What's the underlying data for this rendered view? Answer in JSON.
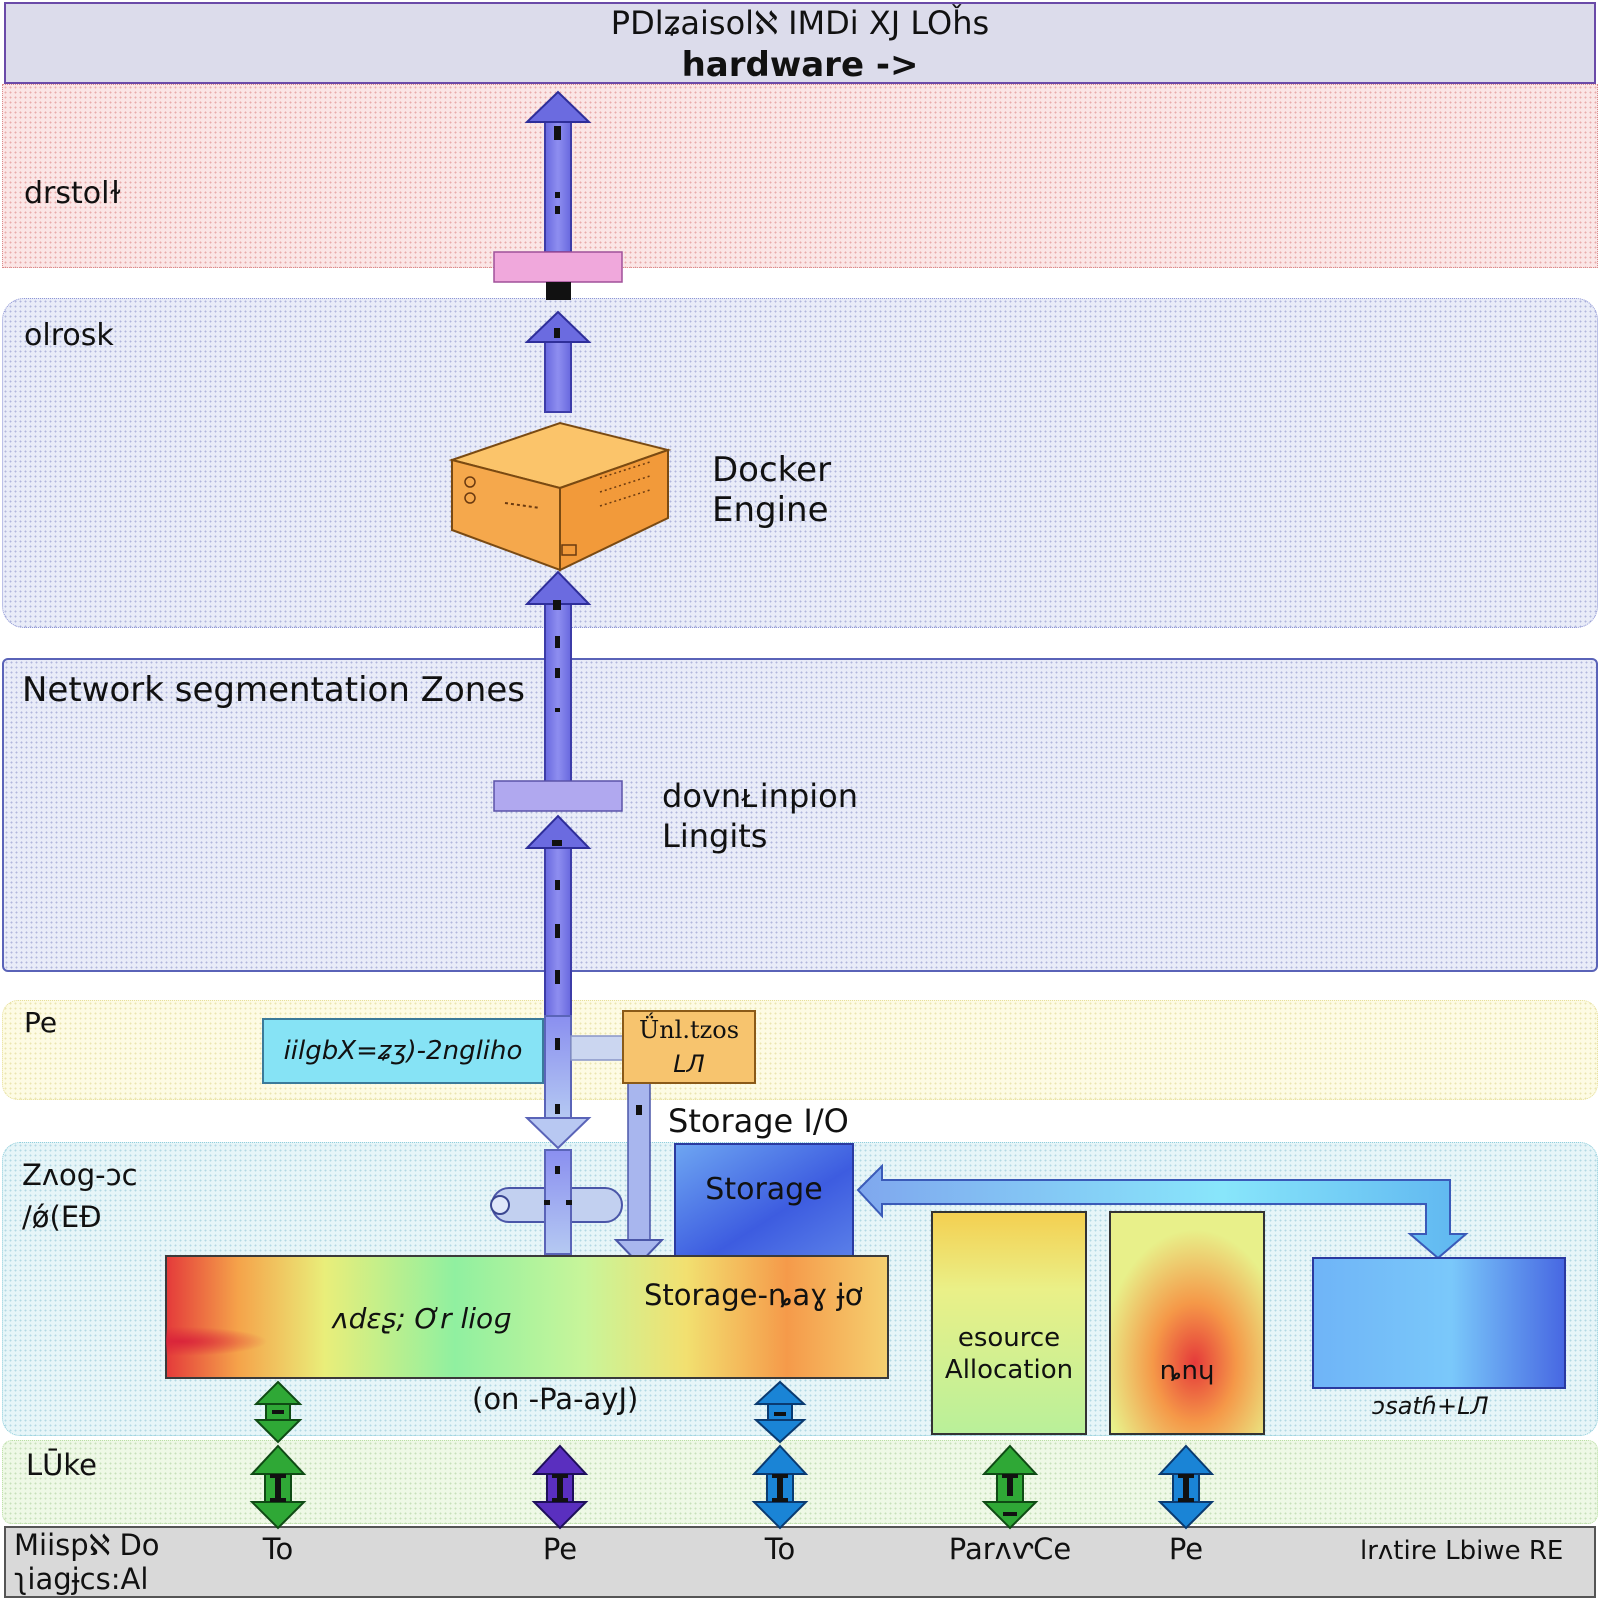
{
  "header": {
    "title_line1": "PDlʑaisolℵ IMDi XJ LOȟs",
    "title_line2": "hardware ->"
  },
  "bands": {
    "red": {
      "label": "drstolɫ"
    },
    "blue1": {
      "label": "olrosk"
    },
    "blue2": {
      "label": "Network segmentation Zones"
    },
    "yellow": {
      "label": "Pe"
    },
    "cyan": {
      "label_line1": "Zᴧog-ɔc",
      "label_line2": "/ǿ(EĐ"
    },
    "green": {
      "label": "LŪke"
    }
  },
  "nodes": {
    "docker": {
      "line1": "Docker",
      "line2": "Engine"
    },
    "limits": {
      "line1": "dovnᴌinpion",
      "line2": "Lingits"
    },
    "cyan_box": {
      "label": "iilgbX=ʑʒ)-2ngliho"
    },
    "orange_box": {
      "line1": "Ǘnl.tzos",
      "line2": "LЛ"
    },
    "storage_io": {
      "label": "Storage I/O"
    },
    "storage": {
      "label": "Storage"
    },
    "heat_bar": {
      "left_label": "ʌdɛʂ; Ơr lioɡ",
      "right_label": "Storage-ȵaɣ ɉơ",
      "caption": "(on -Pa-ayJ)"
    },
    "resource": {
      "line1": "esource",
      "line2": "Allocation"
    },
    "hot": {
      "label": "ȵnɥ"
    },
    "blue_box": {
      "caption": "ɔsatɦ+LЛ"
    }
  },
  "footer": {
    "left_line1": "Miispℵ Do",
    "left_line2": "ʅiagɉcs:Al",
    "items": [
      "To",
      "Pe",
      "To",
      "ParᴧⱱCe",
      "Pe"
    ],
    "right": "lrᴧtire Lbiwe RE"
  },
  "colors": {
    "arrow_main": "#7b7be8",
    "arrow_green": "#2fa836",
    "arrow_purple": "#5a2fbf",
    "arrow_blue": "#1a84d6",
    "docker_orange": "#f7ad55"
  }
}
